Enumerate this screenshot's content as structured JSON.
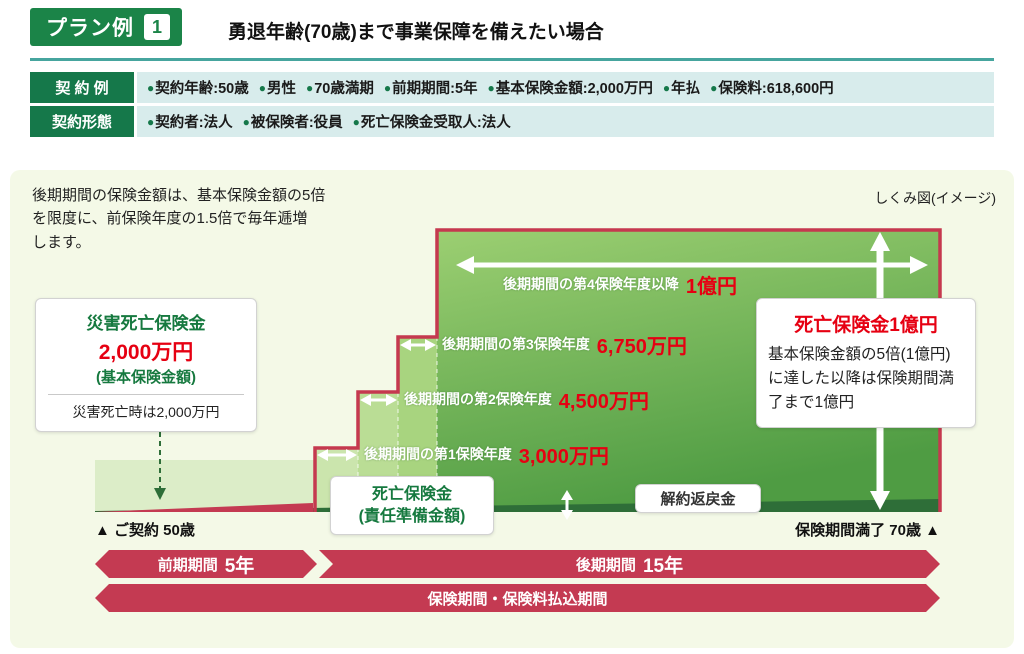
{
  "colors": {
    "green": "#15784a",
    "teal": "#46a59e",
    "crimson": "#c43a52",
    "red": "#e60012",
    "band_green": "#2e6e38",
    "diagram_bg": "#f4f9e7"
  },
  "header": {
    "badge_label": "プラン例",
    "badge_number": "1",
    "title": "勇退年齢(70歳)まで事業保障を備えたい場合"
  },
  "contract": {
    "bullet": "●",
    "rows": [
      {
        "label": "契 約 例",
        "items": [
          "契約年齢:50歳",
          "男性",
          "70歳満期",
          "前期期間:5年",
          "基本保険金額:2,000万円",
          "年払",
          "保険料:618,600円"
        ]
      },
      {
        "label": "契約形態",
        "items": [
          "契約者:法人",
          "被保険者:役員",
          "死亡保険金受取人:法人"
        ]
      }
    ]
  },
  "diagram": {
    "note": "後期期間の保険金額は、基本保険金額の5倍\nを限度に、前保険年度の1.5倍で毎年逓増\nします。",
    "caption": "しくみ図(イメージ)",
    "levels": [
      {
        "label": "後期期間の第1保険年度",
        "amount": "3,000万円"
      },
      {
        "label": "後期期間の第2保険年度",
        "amount": "4,500万円"
      },
      {
        "label": "後期期間の第3保険年度",
        "amount": "6,750万円"
      },
      {
        "label": "後期期間の第4保険年度以降",
        "amount": "1億円"
      }
    ],
    "accident_box": {
      "title": "災害死亡保険金",
      "amount": "2,000万円",
      "subtitle": "(基本保険金額)",
      "note": "災害死亡時は2,000万円"
    },
    "reserve_box": {
      "line1": "死亡保険金",
      "line2": "(責任準備金額)"
    },
    "surrender_box": {
      "label": "解約返戻金"
    },
    "death_box": {
      "title": "死亡保険金1億円",
      "body": "基本保険金額の5倍(1億円)に達した以降は保険期間満了まで1億円"
    },
    "timeline": {
      "start": "▲ ご契約 50歳",
      "end": "保険期間満了 70歳 ▲",
      "bar1_label": "前期期間",
      "bar1_value": "5年",
      "bar2_label": "後期期間",
      "bar2_value": "15年",
      "bar3_label": "保険期間・保険料払込期間"
    }
  }
}
